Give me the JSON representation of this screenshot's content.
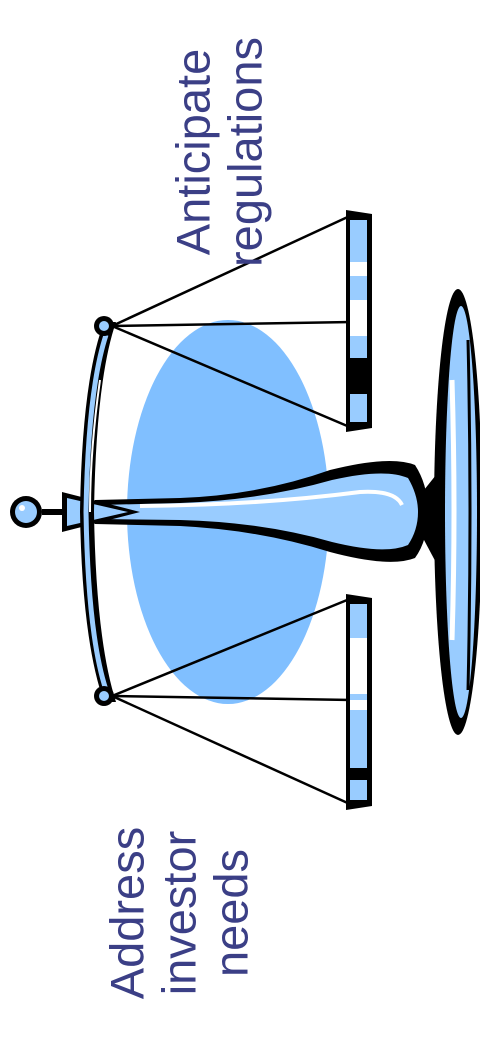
{
  "labels": {
    "top": [
      "Anticipate",
      "regulations"
    ],
    "bottom": [
      "Address",
      "investor",
      "needs"
    ]
  },
  "colors": {
    "text": "#3b3f86",
    "shadow_ellipse": "#80bfff",
    "metal_light": "#99ccff",
    "outline": "#000000",
    "highlight": "#ffffff"
  },
  "icons": [
    "scales-of-justice-icon"
  ]
}
